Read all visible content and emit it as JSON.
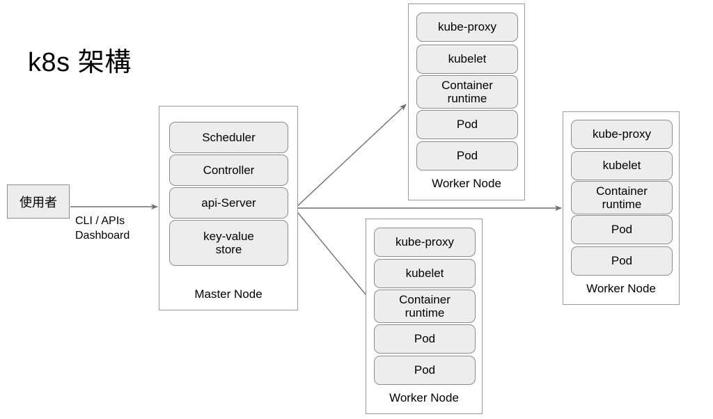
{
  "diagram": {
    "title": "k8s 架構",
    "type": "kubernetes-architecture"
  },
  "user": {
    "label": "使用者",
    "edge_label_line1": "CLI / APIs",
    "edge_label_line2": "Dashboard"
  },
  "master_node": {
    "label": "Master Node",
    "components": [
      {
        "label": "Scheduler"
      },
      {
        "label": "Controller"
      },
      {
        "label": "api-Server"
      },
      {
        "label_line1": "key-value",
        "label_line2": "store"
      }
    ]
  },
  "worker_nodes": [
    {
      "id": "worker-top",
      "label": "Worker Node",
      "components": [
        {
          "label": "kube-proxy"
        },
        {
          "label": "kubelet"
        },
        {
          "label_line1": "Container",
          "label_line2": "runtime"
        },
        {
          "label": "Pod"
        },
        {
          "label": "Pod"
        }
      ]
    },
    {
      "id": "worker-bottom",
      "label": "Worker Node",
      "components": [
        {
          "label": "kube-proxy"
        },
        {
          "label": "kubelet"
        },
        {
          "label_line1": "Container",
          "label_line2": "runtime"
        },
        {
          "label": "Pod"
        },
        {
          "label": "Pod"
        }
      ]
    },
    {
      "id": "worker-right",
      "label": "Worker Node",
      "components": [
        {
          "label": "kube-proxy"
        },
        {
          "label": "kubelet"
        },
        {
          "label_line1": "Container",
          "label_line2": "runtime"
        },
        {
          "label": "Pod"
        },
        {
          "label": "Pod"
        }
      ]
    }
  ],
  "colors": {
    "background": "#ffffff",
    "chip_fill": "#ededed",
    "chip_border": "#8c8c8c",
    "node_border": "#9a9a9a",
    "arrow": "#6f6f6f",
    "text": "#000000"
  }
}
